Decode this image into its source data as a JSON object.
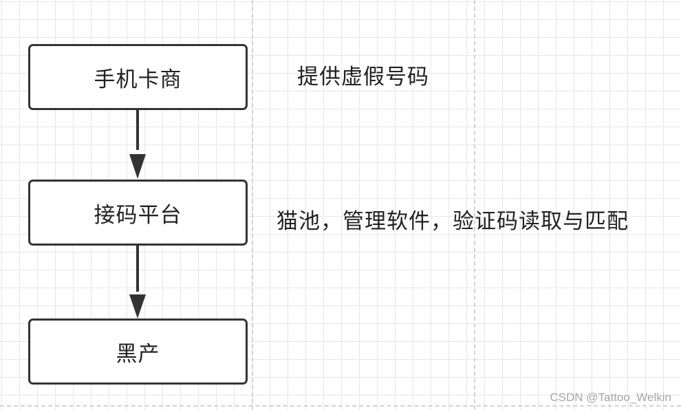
{
  "nodes": [
    {
      "id": "sim-card-vendor",
      "label": "手机卡商"
    },
    {
      "id": "sms-platform",
      "label": "接码平台"
    },
    {
      "id": "black-market",
      "label": "黑产"
    }
  ],
  "annotations": [
    {
      "id": "vendor-note",
      "text": "提供虚假号码"
    },
    {
      "id": "platform-note",
      "text": "猫池，管理软件，验证码读取与匹配"
    }
  ],
  "edges": [
    {
      "from": "sim-card-vendor",
      "to": "sms-platform"
    },
    {
      "from": "sms-platform",
      "to": "black-market"
    }
  ],
  "watermark": "CSDN @Tattoo_Welkin",
  "colors": {
    "stroke": "#333333",
    "text": "#222222",
    "grid": "#e6e6e6",
    "guide": "#d2d2d2",
    "watermark": "#a6a6a6"
  }
}
